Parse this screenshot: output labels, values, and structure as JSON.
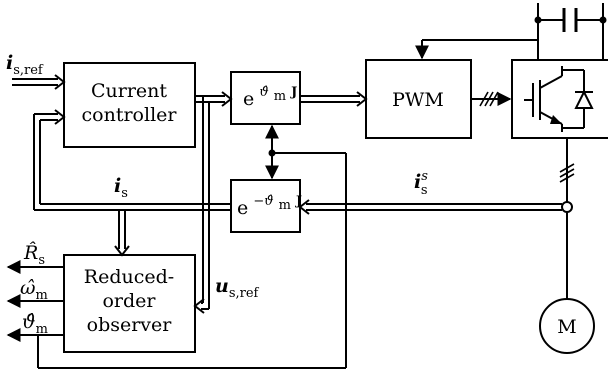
{
  "blocks": {
    "current_controller": [
      "Current",
      "controller"
    ],
    "rotation_forward": {
      "base": "e",
      "exponent": "ϑ̂",
      "exp_sub": "m",
      "exp_tail": "J"
    },
    "pwm": "PWM",
    "rotation_inverse": {
      "base": "e",
      "exponent": "−ϑ̂",
      "exp_sub": "m",
      "exp_tail": "J"
    },
    "observer": [
      "Reduced-",
      "order",
      "observer"
    ],
    "motor": "M"
  },
  "signals": {
    "i_s_ref": {
      "main": "i",
      "sub": "s,ref"
    },
    "i_s": {
      "main": "i",
      "sub": "s"
    },
    "i_s_stator": {
      "main": "i",
      "sup": "s",
      "sub": "s"
    },
    "u_s_ref": {
      "main": "u",
      "sub": "s,ref"
    },
    "R_s_hat": {
      "main": "R̂",
      "sub": "s"
    },
    "omega_m_hat": {
      "main": "ω̂",
      "sub": "m"
    },
    "theta_m_hat": {
      "main": "ϑ̂",
      "sub": "m"
    }
  },
  "colors": {
    "stroke": "#000000",
    "background": "#ffffff"
  }
}
